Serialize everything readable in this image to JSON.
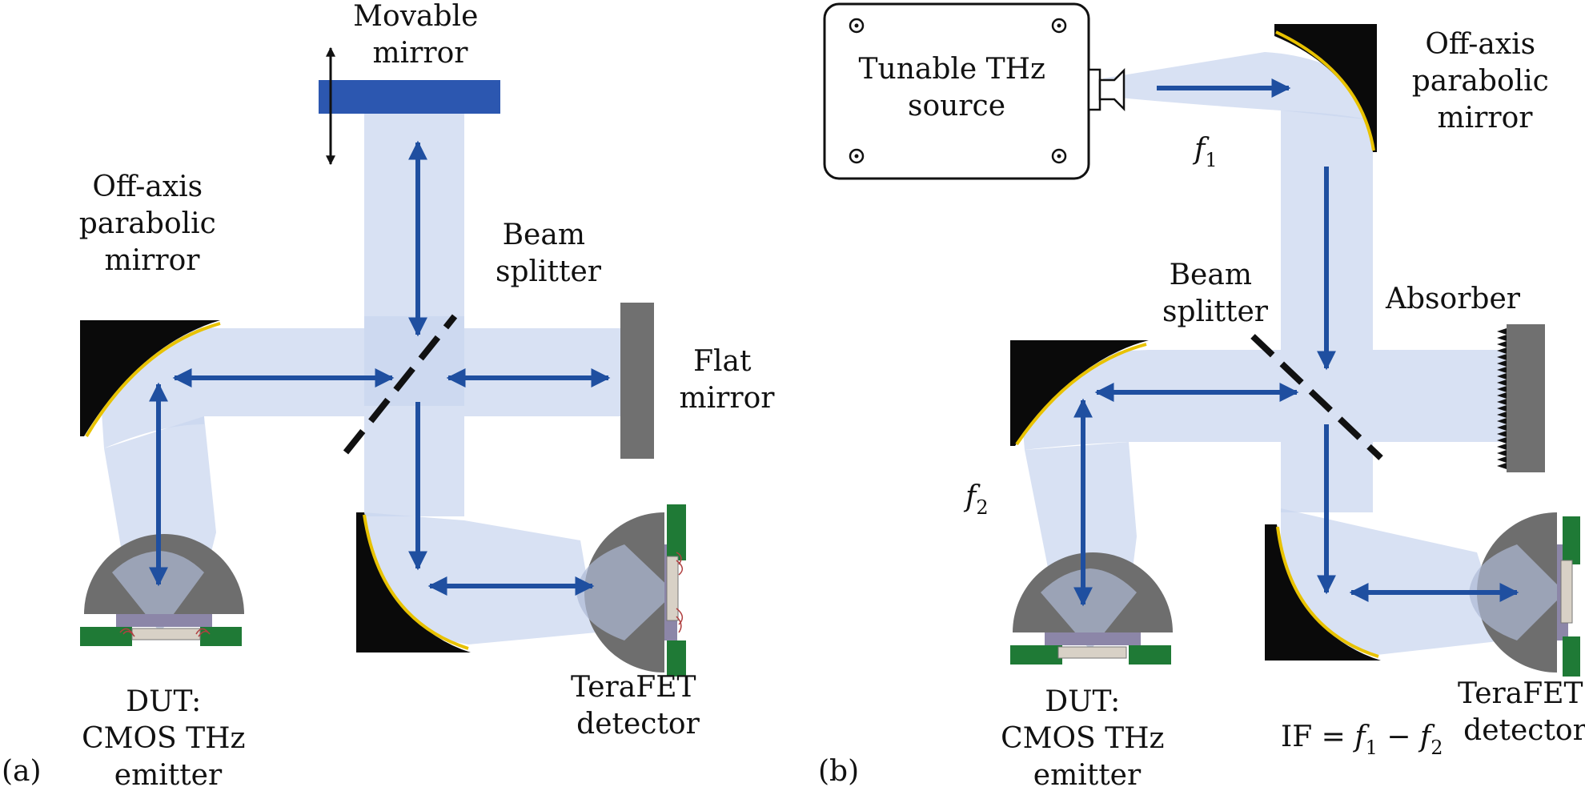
{
  "panel_a": {
    "tag": "(a)",
    "movable_mirror": [
      "Movable",
      "mirror"
    ],
    "oap_mirror": [
      "Off-axis",
      "parabolic",
      "mirror"
    ],
    "beam_splitter": [
      "Beam",
      "splitter"
    ],
    "flat_mirror": [
      "Flat",
      "mirror"
    ],
    "dut": [
      "DUT:",
      "CMOS THz",
      "emitter"
    ],
    "detector": [
      "TeraFET",
      "detector"
    ]
  },
  "panel_b": {
    "tag": "(b)",
    "source": [
      "Tunable THz",
      "source"
    ],
    "oap_mirror": [
      "Off-axis",
      "parabolic",
      "mirror"
    ],
    "f1": "f",
    "f1_sub": "1",
    "f2": "f",
    "f2_sub": "2",
    "beam_splitter": [
      "Beam",
      "splitter"
    ],
    "absorber": "Absorber",
    "dut": [
      "DUT:",
      "CMOS THz",
      "emitter"
    ],
    "if_eq": {
      "lhs": "IF = ",
      "f": "f",
      "sub1": "1",
      "minus": " − ",
      "sub2": "2"
    },
    "detector": [
      "TeraFET",
      "detector"
    ]
  },
  "colors": {
    "beam": "#c9d6ee",
    "arrow": "#1f4fa0",
    "movable_mirror": "#2c57b0",
    "mirror_black": "#0a0a0a",
    "mirror_edge": "#e8c200",
    "flat_mirror": "#707070",
    "lens": "#6e6e6e",
    "pcb": "#1f7a36"
  }
}
